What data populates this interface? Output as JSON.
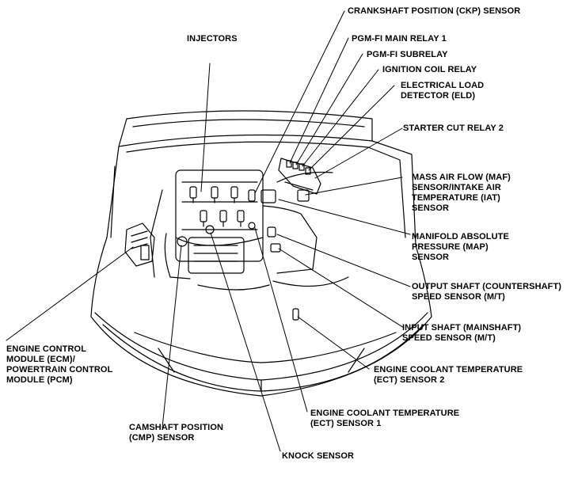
{
  "labels": {
    "ckp": [
      "CRANKSHAFT POSITION (CKP) SENSOR"
    ],
    "injectors": [
      "INJECTORS"
    ],
    "main_relay": [
      "PGM-FI MAIN RELAY 1"
    ],
    "subrelay": [
      "PGM-FI SUBRELAY"
    ],
    "ign_relay": [
      "IGNITION COIL RELAY"
    ],
    "eld": [
      "ELECTRICAL LOAD",
      "DETECTOR (ELD)"
    ],
    "starter": [
      "STARTER CUT RELAY 2"
    ],
    "maf": [
      "MASS AIR FLOW (MAF)",
      "SENSOR/INTAKE AIR",
      "TEMPERATURE (IAT)",
      "SENSOR"
    ],
    "map": [
      "MANIFOLD ABSOLUTE",
      "PRESSURE (MAP)",
      "SENSOR"
    ],
    "output_shaft": [
      "OUTPUT SHAFT (COUNTERSHAFT)",
      "SPEED SENSOR (M/T)"
    ],
    "input_shaft": [
      "INPUT SHAFT (MAINSHAFT)",
      "SPEED SENSOR (M/T)"
    ],
    "ect2": [
      "ENGINE COOLANT TEMPERATURE",
      "(ECT) SENSOR 2"
    ],
    "ect1": [
      "ENGINE COOLANT TEMPERATURE",
      "(ECT) SENSOR 1"
    ],
    "ecm": [
      "ENGINE CONTROL",
      "MODULE (ECM)/",
      "POWERTRAIN CONTROL",
      "MODULE (PCM)"
    ],
    "cmp": [
      "CAMSHAFT POSITION",
      "(CMP) SENSOR"
    ],
    "knock": [
      "KNOCK SENSOR"
    ]
  }
}
